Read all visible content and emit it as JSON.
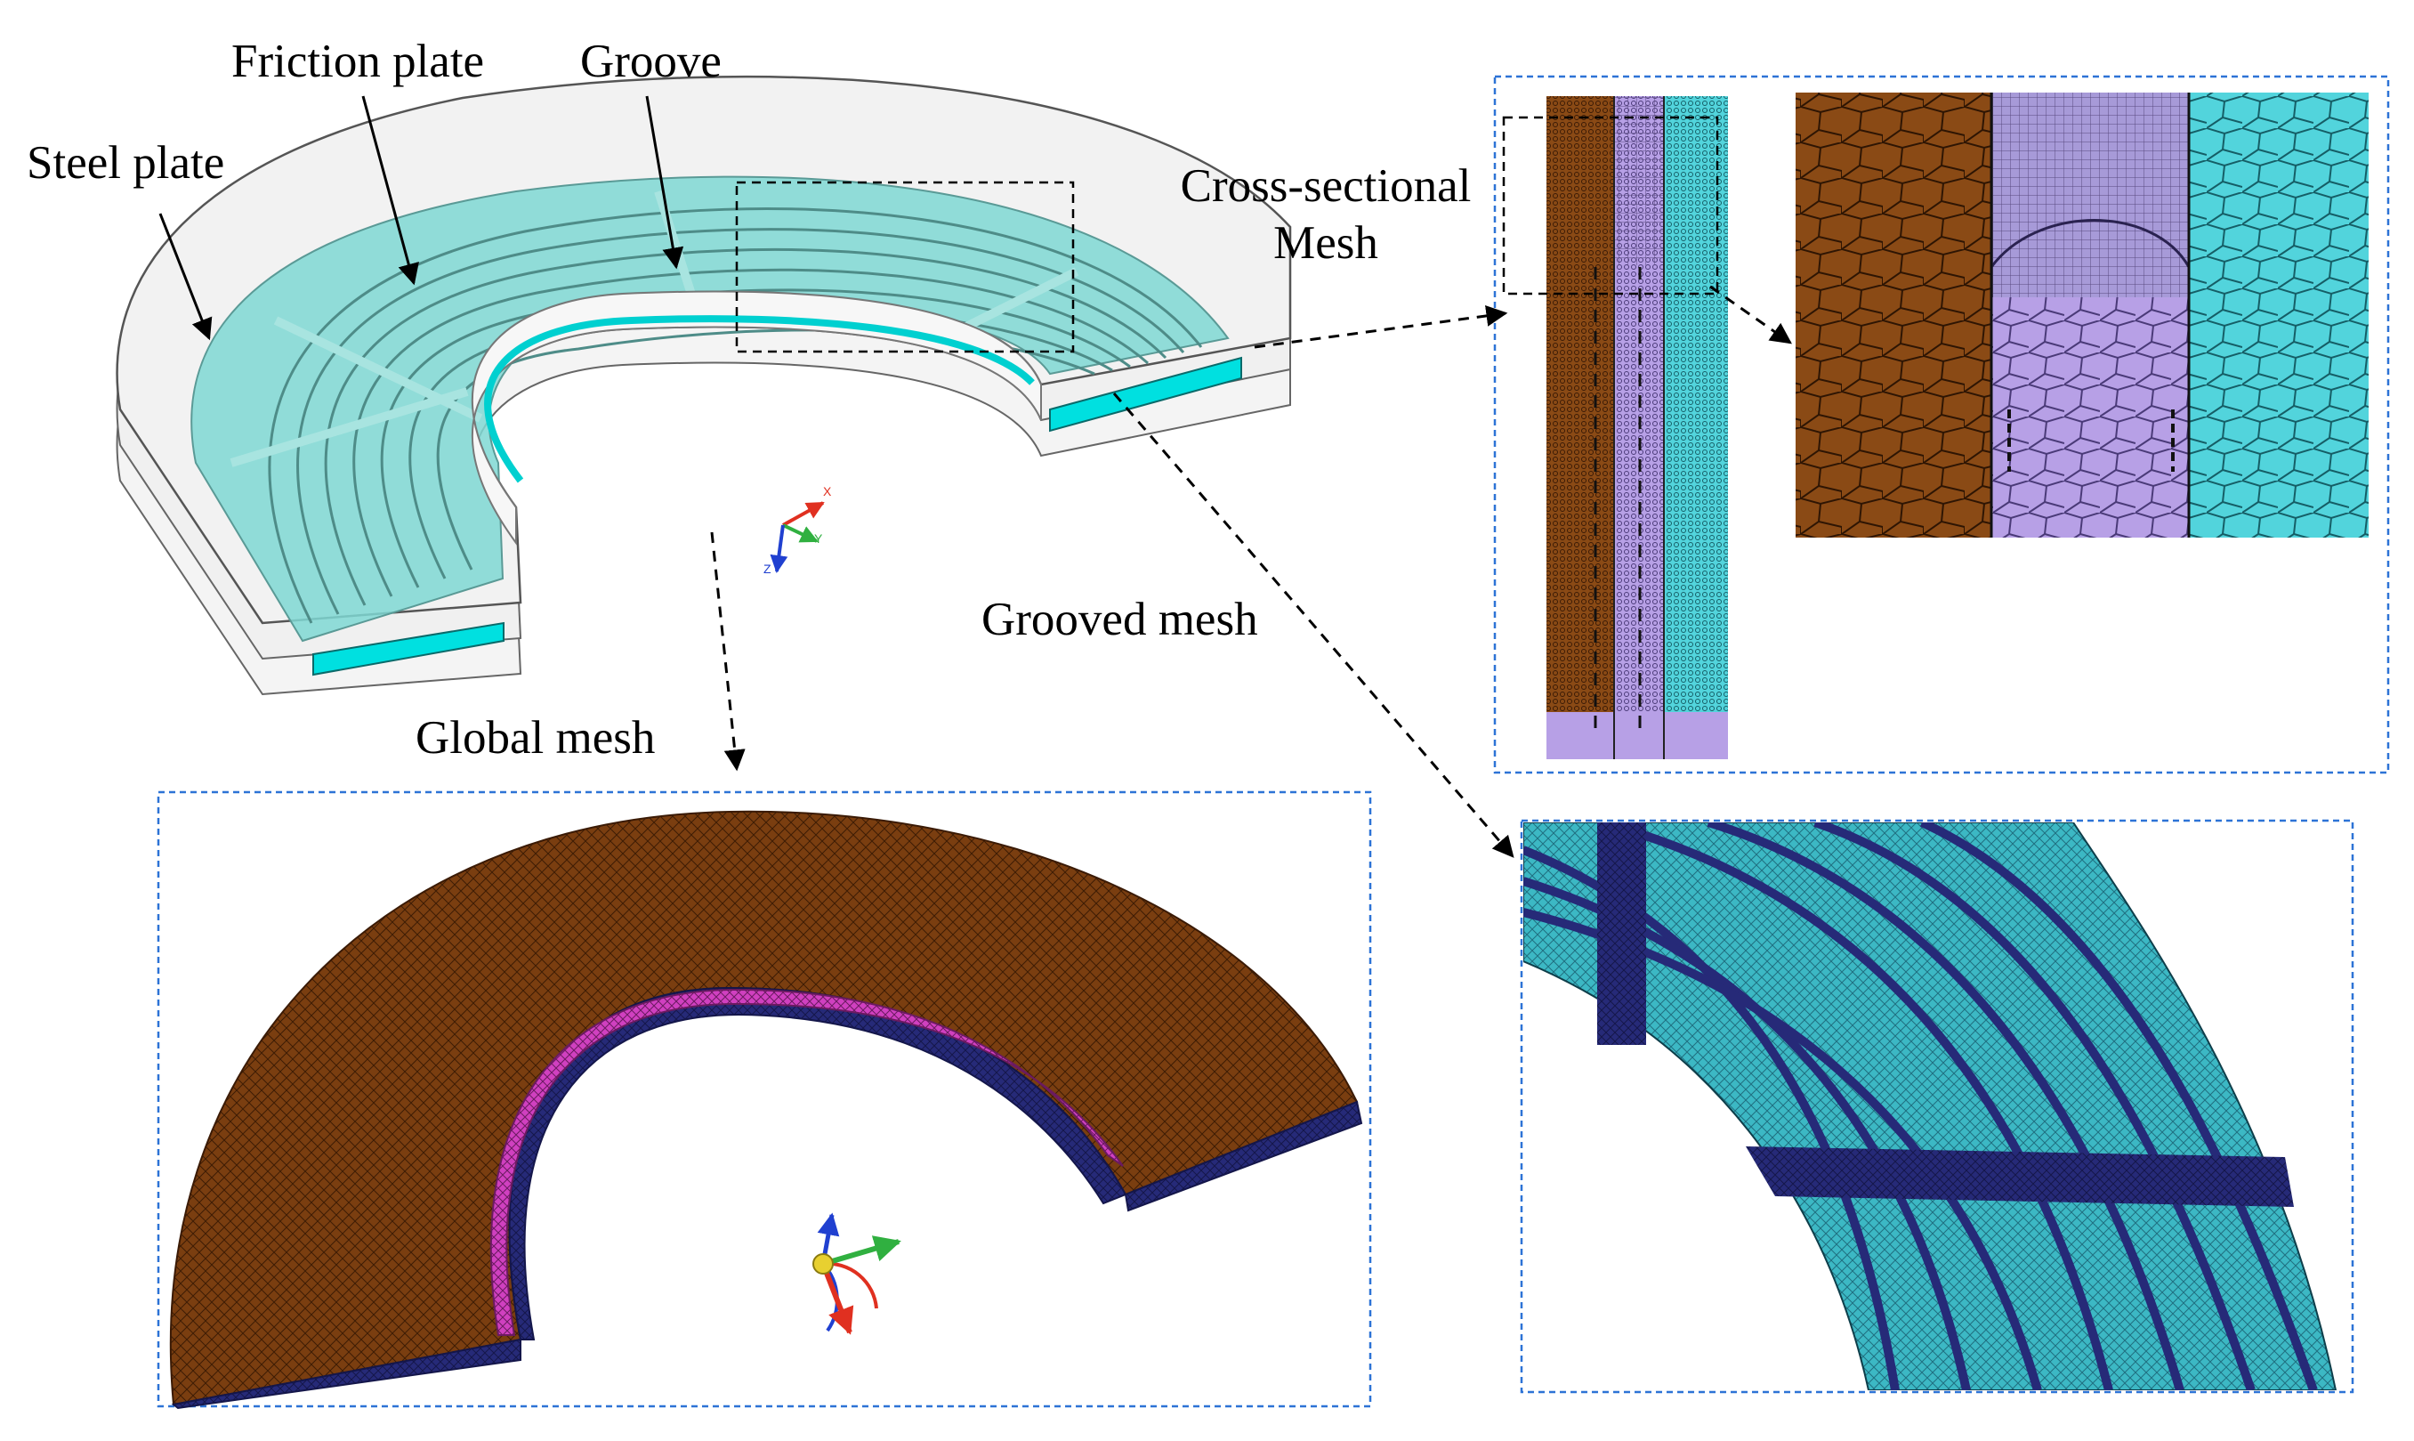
{
  "labels": {
    "steel_plate": "Steel plate",
    "friction_plate": "Friction plate",
    "groove": "Groove",
    "cross_sectional_line1": "Cross-sectional",
    "cross_sectional_line2": "Mesh",
    "grooved_mesh": "Grooved mesh",
    "global_mesh": "Global mesh"
  },
  "triad": {
    "x_label": "X",
    "y_label": "Y",
    "z_label": "Z"
  },
  "colors": {
    "friction_cyan": "#7fd8d4",
    "friction_side": "#00e0e0",
    "steel_grey": "#f1f1f1",
    "mesh_brown": "#7a3e10",
    "mesh_purple": "#b7a0e6",
    "mesh_teal": "#3cb8c4",
    "mesh_dark_blue": "#262a78",
    "mesh_magenta": "#d040c0",
    "inset_border": "#2d73d6"
  }
}
